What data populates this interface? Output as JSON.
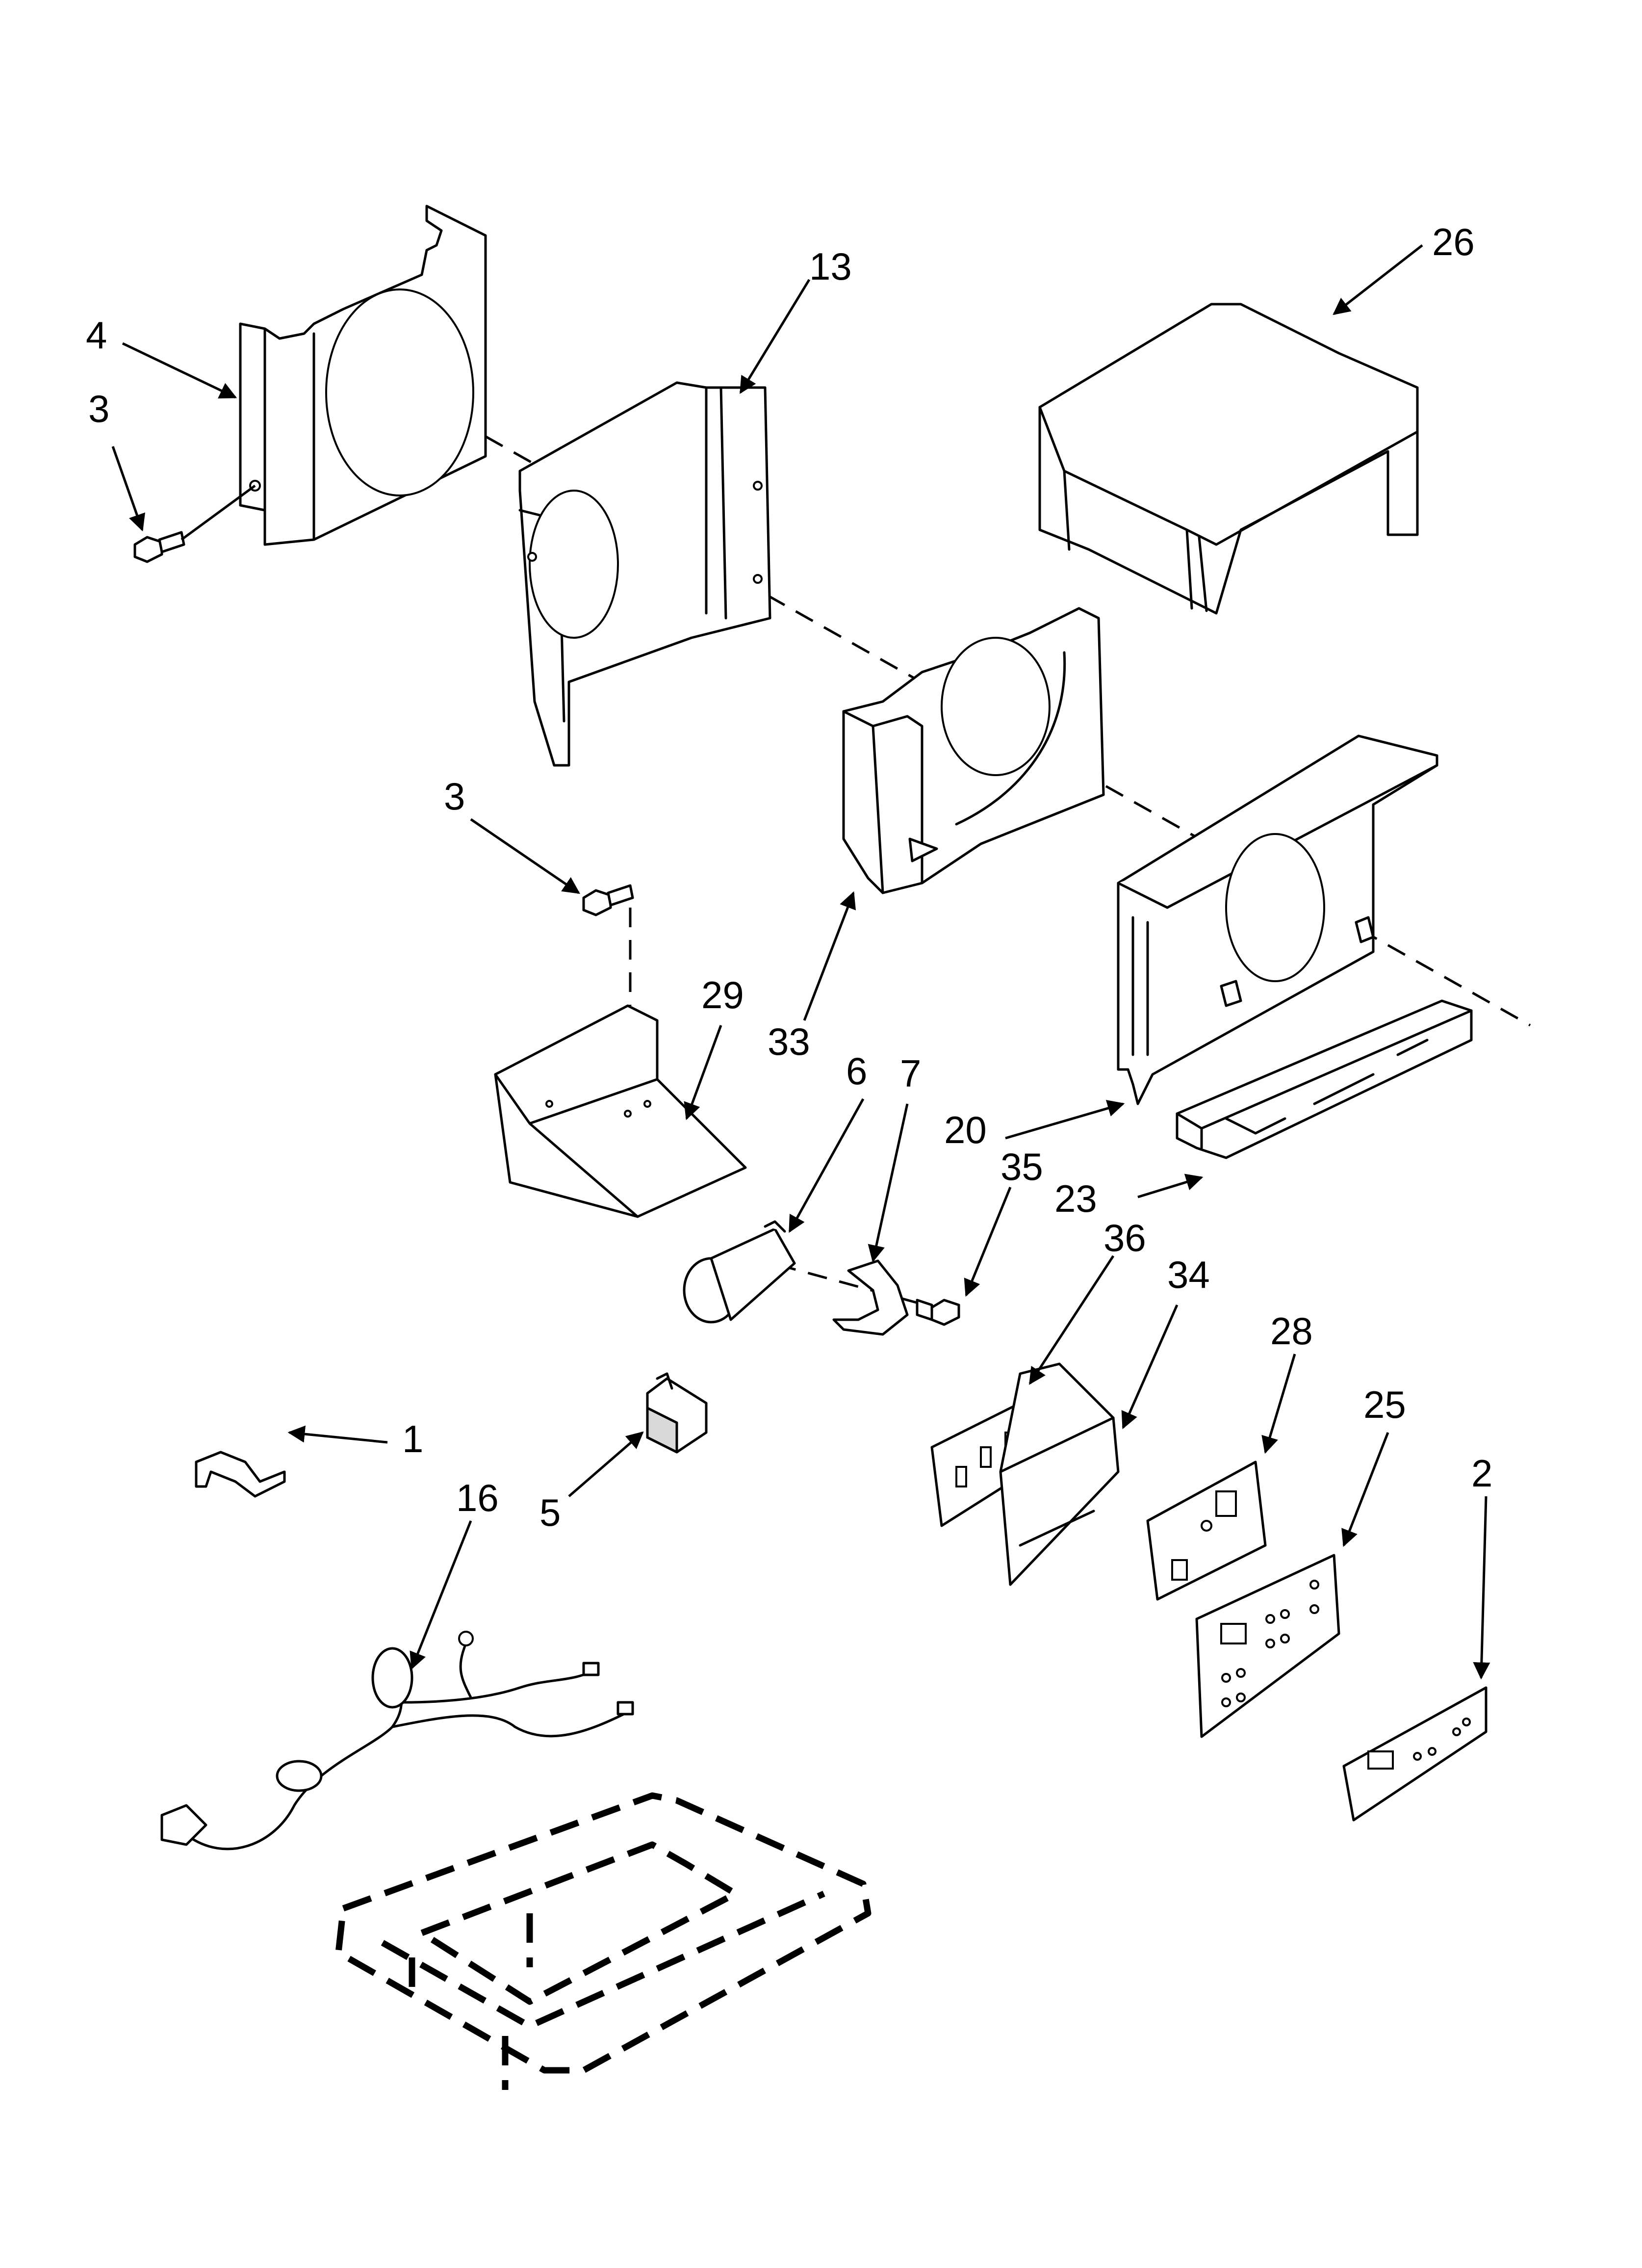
{
  "callouts": [
    {
      "id": "c26",
      "text": "26"
    },
    {
      "id": "c13",
      "text": "13"
    },
    {
      "id": "c4",
      "text": "4"
    },
    {
      "id": "c3a",
      "text": "3"
    },
    {
      "id": "c3b",
      "text": "3"
    },
    {
      "id": "c29",
      "text": "29"
    },
    {
      "id": "c33",
      "text": "33"
    },
    {
      "id": "c6",
      "text": "6"
    },
    {
      "id": "c7",
      "text": "7"
    },
    {
      "id": "c35",
      "text": "35"
    },
    {
      "id": "c20",
      "text": "20"
    },
    {
      "id": "c23",
      "text": "23"
    },
    {
      "id": "c36",
      "text": "36"
    },
    {
      "id": "c34",
      "text": "34"
    },
    {
      "id": "c28",
      "text": "28"
    },
    {
      "id": "c25",
      "text": "25"
    },
    {
      "id": "c2",
      "text": "2"
    },
    {
      "id": "c1",
      "text": "1"
    },
    {
      "id": "c16",
      "text": "16"
    },
    {
      "id": "c5",
      "text": "5"
    }
  ],
  "colors": {
    "line": "#000000",
    "background": "#ffffff",
    "shade": "#d9d9d9"
  }
}
